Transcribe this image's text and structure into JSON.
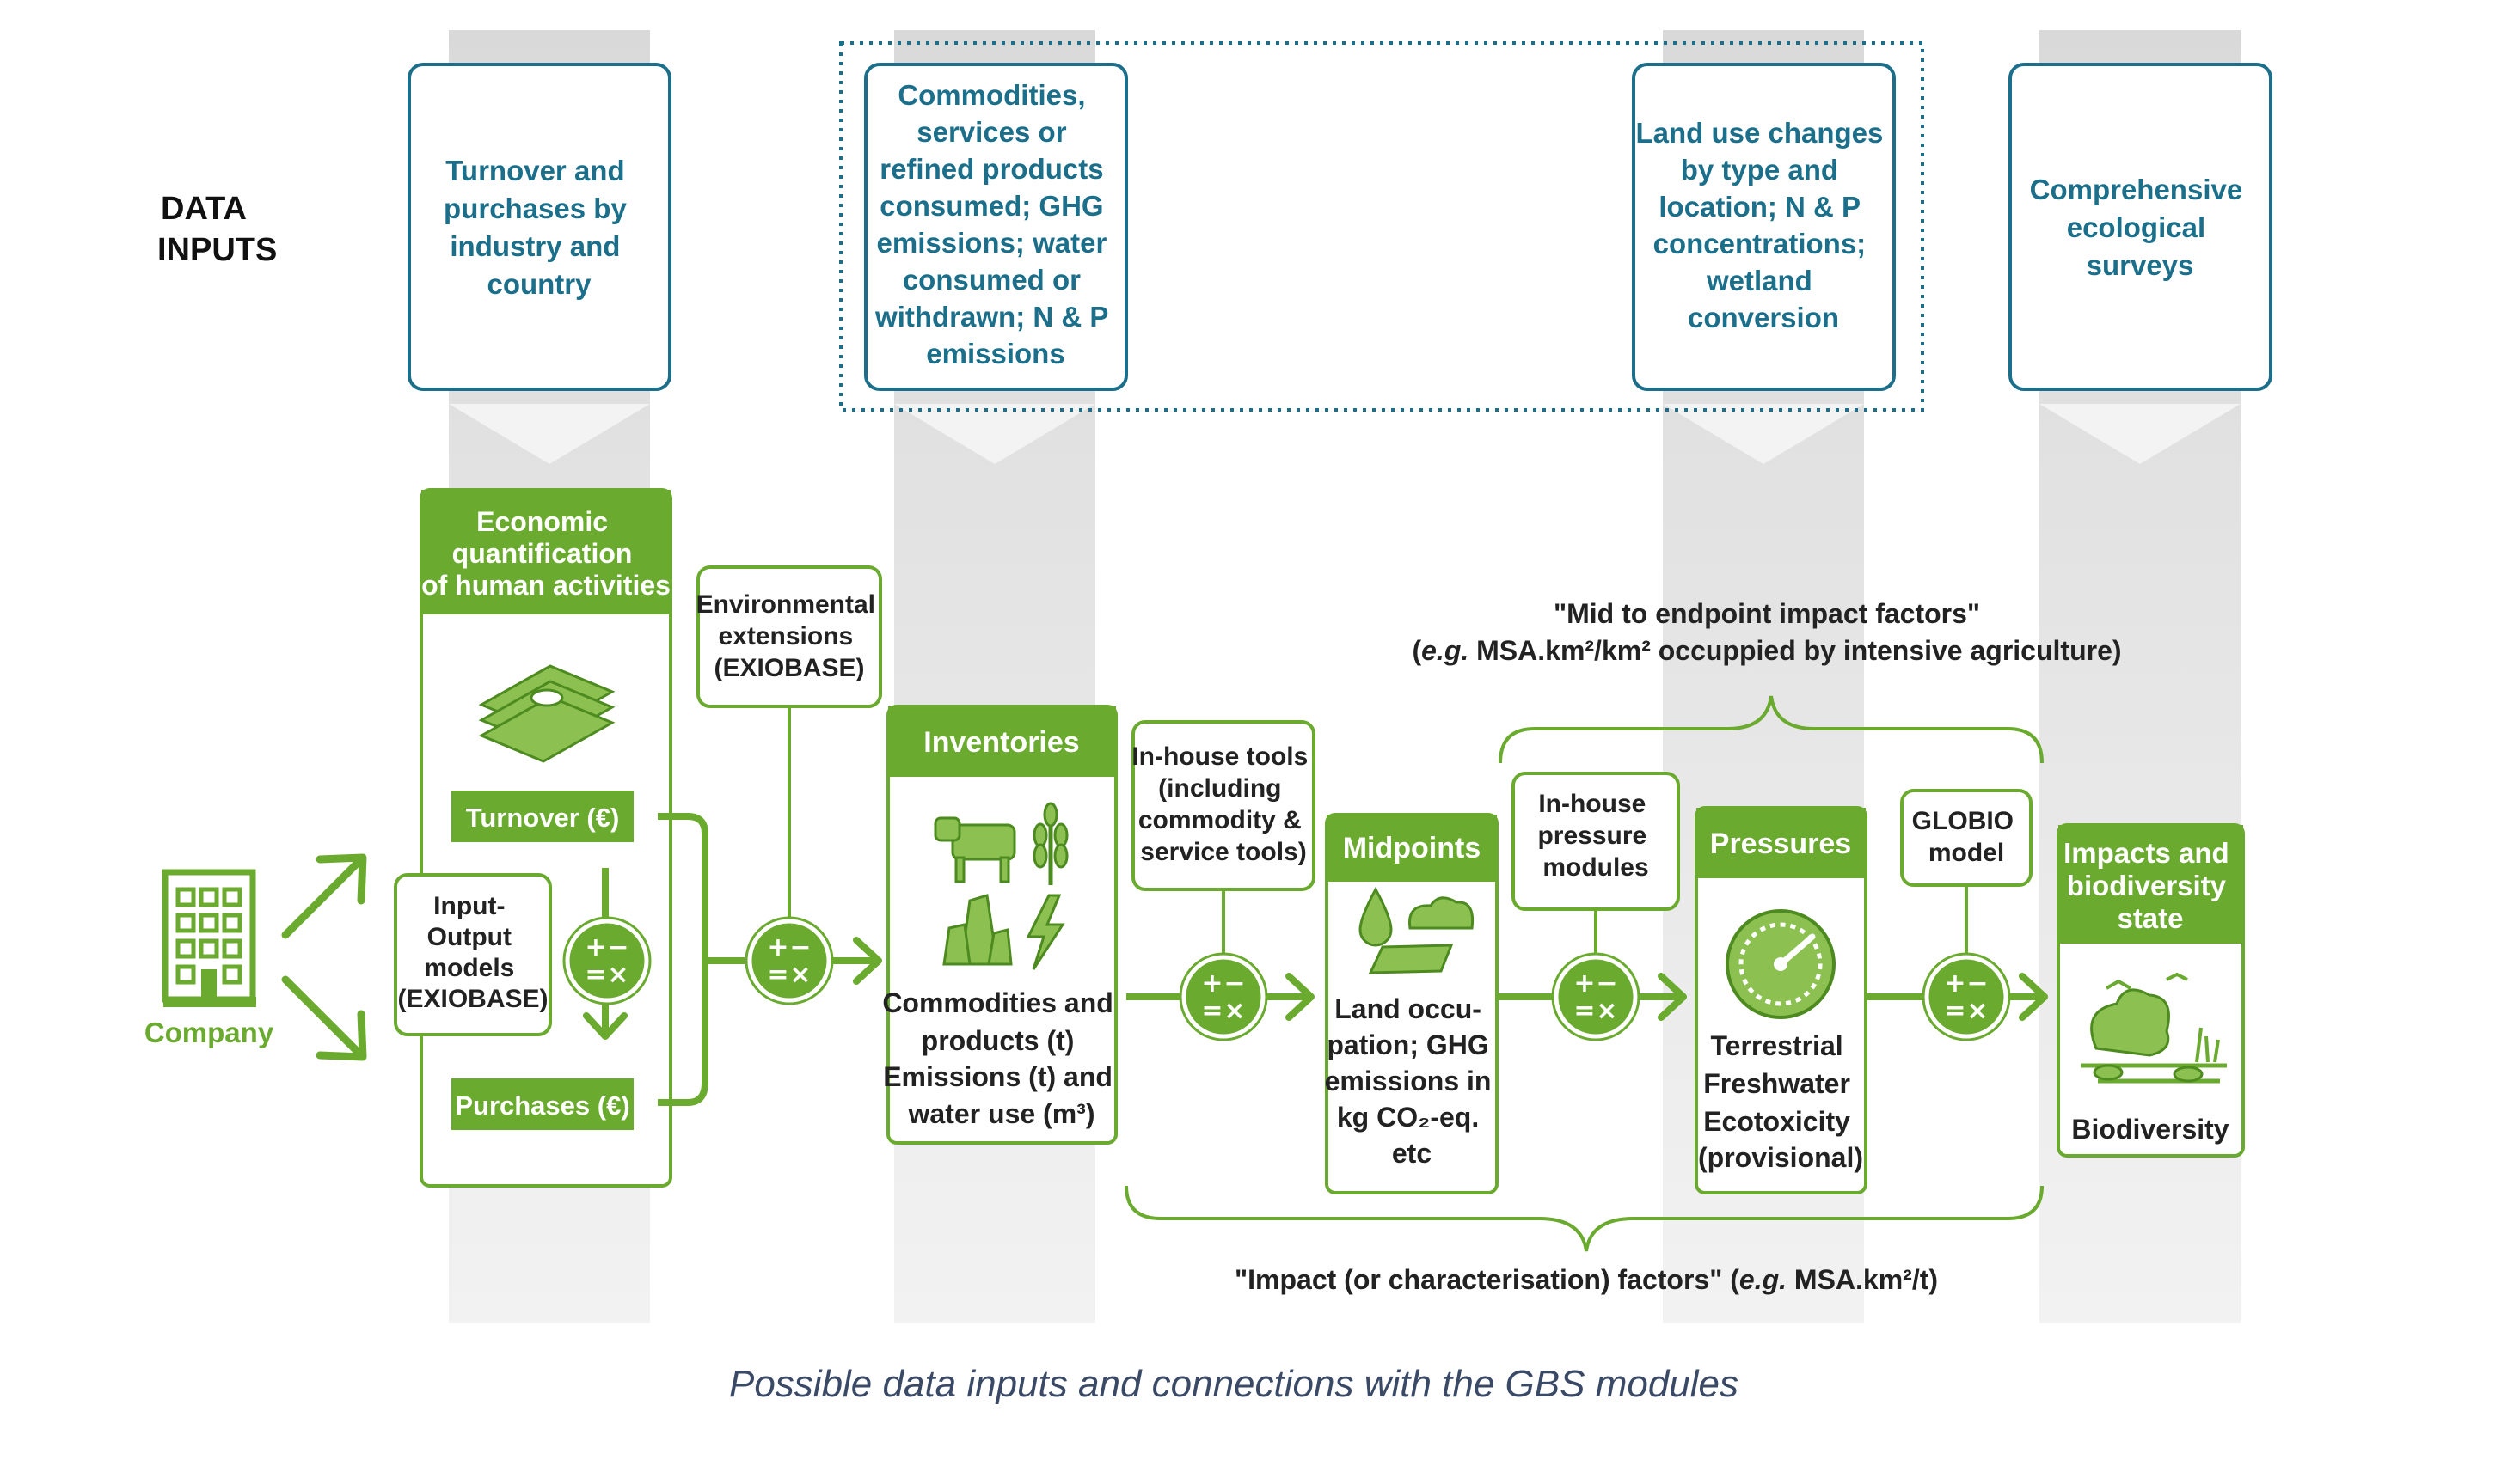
{
  "data_inputs_label": [
    "DATA",
    "INPUTS"
  ],
  "inputs": {
    "turnover": [
      "Turnover and",
      "purchases by",
      "industry and",
      "country"
    ],
    "commodities": [
      "Commodities,",
      "services or",
      "refined products",
      "consumed; GHG",
      "emissions; water",
      "consumed or",
      "withdrawn; N & P",
      "emissions"
    ],
    "land_use": [
      "Land use changes",
      "by type and",
      "location; N & P",
      "concentrations;",
      "wetland",
      "conversion"
    ],
    "surveys": [
      "Comprehensive",
      "ecological",
      "surveys"
    ]
  },
  "company_label": "Company",
  "economic": {
    "title": [
      "Economic",
      "quantification",
      "of human activities"
    ],
    "turnover_pill": "Turnover (€)",
    "purchases_pill": "Purchases (€)",
    "io_models": [
      "Input-",
      "Output",
      "models",
      "(EXIOBASE)"
    ]
  },
  "env_extensions": [
    "Environmental",
    "extensions",
    "(EXIOBASE)"
  ],
  "inventories": {
    "title": "Inventories",
    "body": [
      "Commodities and",
      "products (t)",
      "Emissions (t) and",
      "water use (m³)"
    ]
  },
  "inhouse_tools": [
    "In-house tools",
    "(including",
    "commodity &",
    "service tools)"
  ],
  "midpoints": {
    "title": "Midpoints",
    "body": [
      "Land occu-",
      "pation; GHG",
      "emissions in",
      "kg CO₂-eq.",
      "etc"
    ]
  },
  "inhouse_pressure": [
    "In-house",
    "pressure",
    "modules"
  ],
  "pressures": {
    "title": "Pressures",
    "body": [
      "Terrestrial",
      "Freshwater",
      "Ecotoxicity",
      "(provisional)"
    ]
  },
  "globio": [
    "GLOBIO",
    "model"
  ],
  "impacts": {
    "title": [
      "Impacts and",
      "biodiversity",
      "state"
    ],
    "body": "Biodiversity"
  },
  "mid_to_end": {
    "line1": "\"Mid to endpoint impact factors\"",
    "line2_eg": "e.g.",
    "line2_rest": " MSA.km²/km² occuppied by intensive agriculture)",
    "line2_open": "("
  },
  "impact_factors": {
    "main": "\"Impact (or characterisation) factors\"",
    "eg_open": "  (",
    "eg": "e.g.",
    "rest": " MSA.km²/t)"
  },
  "caption": "Possible data inputs and connections with the GBS modules",
  "operator_symbols": [
    "+",
    "−",
    "=",
    "×"
  ],
  "colors": {
    "green": "#6aaa2e",
    "dark_green": "#4d8a1f",
    "blue": "#1b6f8a",
    "band_gray": "#e4e4e4",
    "caption": "#3a4a66"
  }
}
